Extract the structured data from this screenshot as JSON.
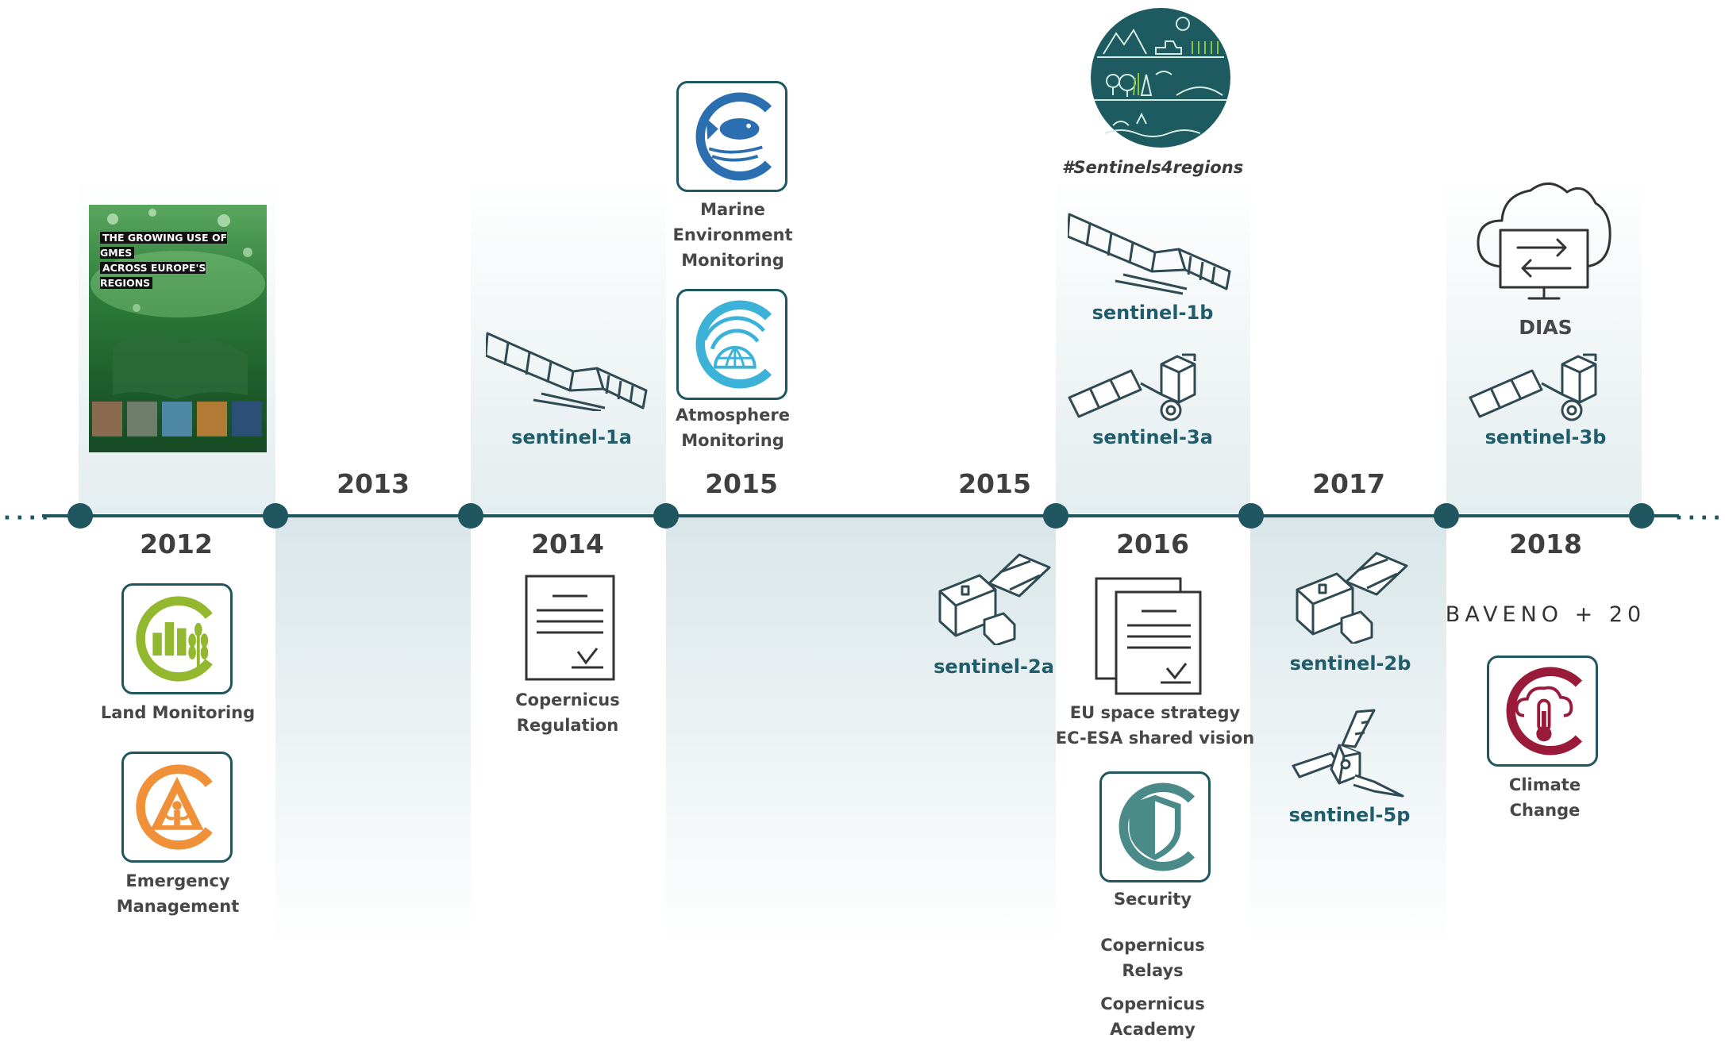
{
  "colors": {
    "axis": "#1f5660",
    "satellite_label": "#1f5d6c",
    "band": "#e4edef"
  },
  "timeline": {
    "years_top": [
      "2013",
      "2015",
      "2015",
      "2017"
    ],
    "years_bottom": [
      "2012",
      "2014",
      "2016",
      "2018"
    ]
  },
  "y2012": {
    "publication_title_line1": "THE GROWING USE OF GMES",
    "publication_title_line2": "ACROSS EUROPE'S REGIONS",
    "services": [
      {
        "label": "Land Monitoring",
        "icon": "land-monitoring-icon"
      },
      {
        "label_line1": "Emergency",
        "label_line2": "Management",
        "icon": "emergency-management-icon"
      }
    ]
  },
  "y2014": {
    "satellite": "sentinel-1a",
    "document": {
      "label_line1": "Copernicus",
      "label_line2": "Regulation",
      "icon": "document-icon"
    }
  },
  "y2015a": {
    "services": [
      {
        "label_line1": "Marine",
        "label_line2": "Environment",
        "label_line3": "Monitoring",
        "icon": "marine-fish-icon"
      },
      {
        "label_line1": "Atmosphere",
        "label_line2": "Monitoring",
        "icon": "atmosphere-globe-icon"
      }
    ]
  },
  "y2015b": {
    "satellite": "sentinel-2a"
  },
  "y2016": {
    "hashtag": "#Sentinels4regions",
    "satellites": [
      "sentinel-1b",
      "sentinel-3a"
    ],
    "documents": {
      "label_line1": "EU space strategy",
      "label_line2": "EC-ESA shared vision",
      "icon": "documents-icon"
    },
    "security": {
      "label": "Security",
      "icon": "security-shield-icon"
    },
    "relays": {
      "line1": "Copernicus",
      "line2": "Relays"
    },
    "academy": {
      "line1": "Copernicus",
      "line2": "Academy"
    }
  },
  "y2017": {
    "satellites": [
      "sentinel-2b",
      "sentinel-5p"
    ]
  },
  "y2018": {
    "dias": "DIAS",
    "satellite": "sentinel-3b",
    "baveno": "BAVENO + 20",
    "climate": {
      "label_line1": "Climate",
      "label_line2": "Change",
      "icon": "climate-thermometer-icon"
    }
  }
}
